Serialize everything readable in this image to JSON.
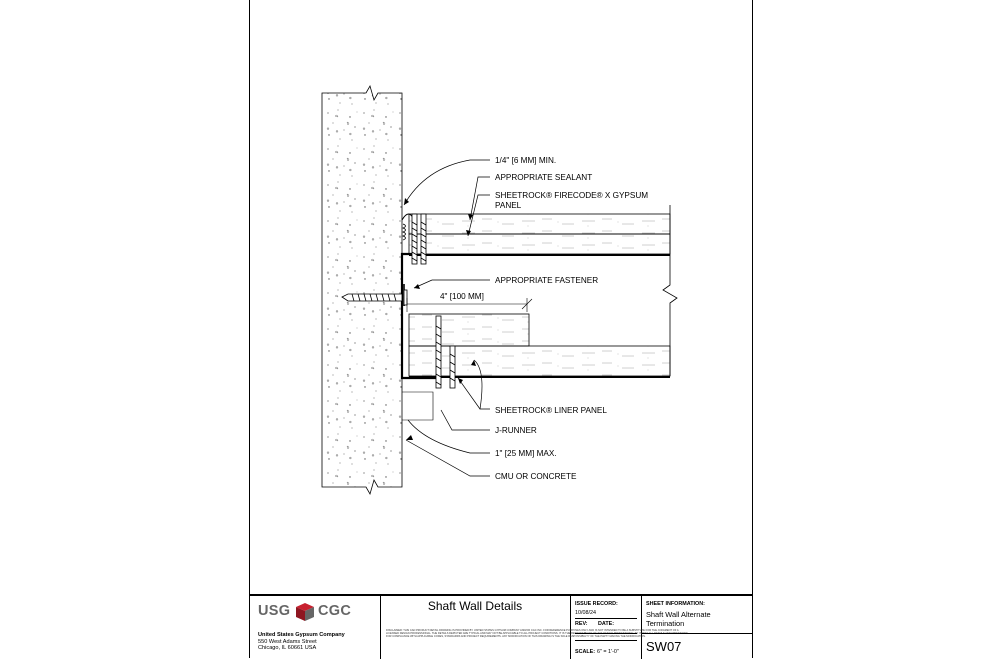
{
  "annotations": {
    "gap_min": "1/4\" [6 MM] MIN.",
    "sealant": "APPROPRIATE SEALANT",
    "gypsum_line1": "SHEETROCK® FIRECODE® X GYPSUM",
    "gypsum_line2": "PANEL",
    "fastener": "APPROPRIATE FASTENER",
    "dimension": "4\" [100 MM]",
    "liner_panel": "SHEETROCK® LINER PANEL",
    "j_runner": "J-RUNNER",
    "gap_max": "1\" [25 MM] MAX.",
    "cmu": "CMU OR CONCRETE"
  },
  "title_block": {
    "logo_left": "USG",
    "logo_right": "CGC",
    "company_name": "United States Gypsum Company",
    "address_line1": "550 West Adams Street",
    "address_line2": "Chicago, IL 60661 USA",
    "title": "Shaft Wall Details",
    "disclaimer": "DISCLAIMER: THIS CAD PRODUCT DETAIL DRAWING IS PROVIDED BY UNITED STATES GYPSUM COMPANY AND/OR CGC INC. FOR REFERENCE PURPOSES ONLY AND IS NOT INTENDED TO BE A SUBSTITUTE FOR THE JUDGMENT OF A LICENSED DESIGN PROFESSIONAL. THE DETAILS DEPICTED ARE TYPICAL AND MAY NOT BE APPLICABLE TO ALL PROJECT CONDITIONS. IT IS THE RESPONSIBILITY OF THE DESIGN PROFESSIONAL TO VERIFY ALL DETAILS AND DIMENSIONS FOR COMPLIANCE WITH APPLICABLE CODES, STANDARDS AND PROJECT REQUIREMENTS. ANY MODIFICATION OF THIS DRAWING IS THE SOLE RESPONSIBILITY OF THE PARTY MAKING THE MODIFICATION.",
    "issue_record_label": "ISSUE RECORD:",
    "issue_date": "10/08/24",
    "rev_label": "REV:",
    "date_label": "DATE:",
    "scale_label": "SCALE:",
    "scale_value": "6\" = 1'-0\"",
    "sheet_info_label": "SHEET INFORMATION:",
    "sheet_info_line1": "Shaft Wall Alternate",
    "sheet_info_line2": "Termination",
    "sheet_number": "SW07"
  },
  "colors": {
    "logo_red": "#c8202f",
    "logo_gray": "#666666",
    "line": "#000000"
  }
}
